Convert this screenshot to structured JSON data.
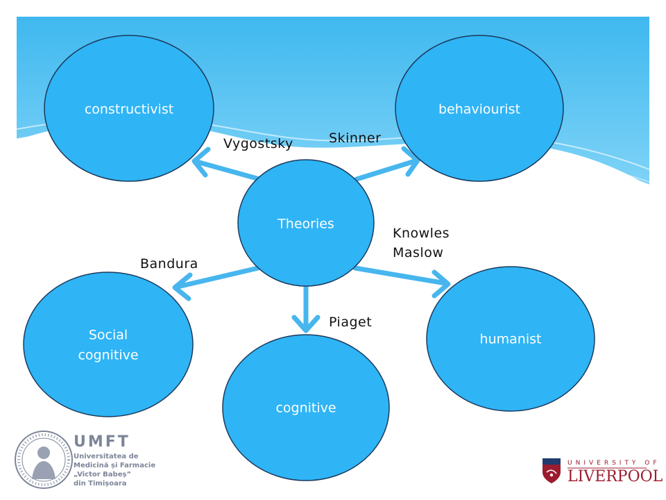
{
  "diagram": {
    "center": "Theories",
    "nodes": {
      "constructivist": "constructivist",
      "behaviourist": "behaviourist",
      "social_cognitive_line1": "Social",
      "social_cognitive_line2": "cognitive",
      "cognitive": "cognitive",
      "humanist": "humanist"
    },
    "edge_labels": {
      "vygostsky": "Vygostsky",
      "skinner": "Skinner",
      "knowles": "Knowles",
      "maslow": "Maslow",
      "bandura": "Bandura",
      "piaget": "Piaget"
    }
  },
  "logos": {
    "umft": {
      "acronym": "UMFT",
      "line1": "Universitatea de",
      "line2": "Medicină și Farmacie",
      "line3": "„Victor Babeș”",
      "line4": "din Timișoara"
    },
    "liverpool": {
      "top": "UNIVERSITY OF",
      "name": "LIVERPOOL"
    }
  },
  "colors": {
    "node_fill": "#2FB4F5",
    "node_stroke": "#1B3A5C",
    "arrow": "#47B6EE",
    "banner": "#3DB6EE",
    "liverpool_red": "#9B1B2F",
    "umft_blue": "#7D8598"
  }
}
